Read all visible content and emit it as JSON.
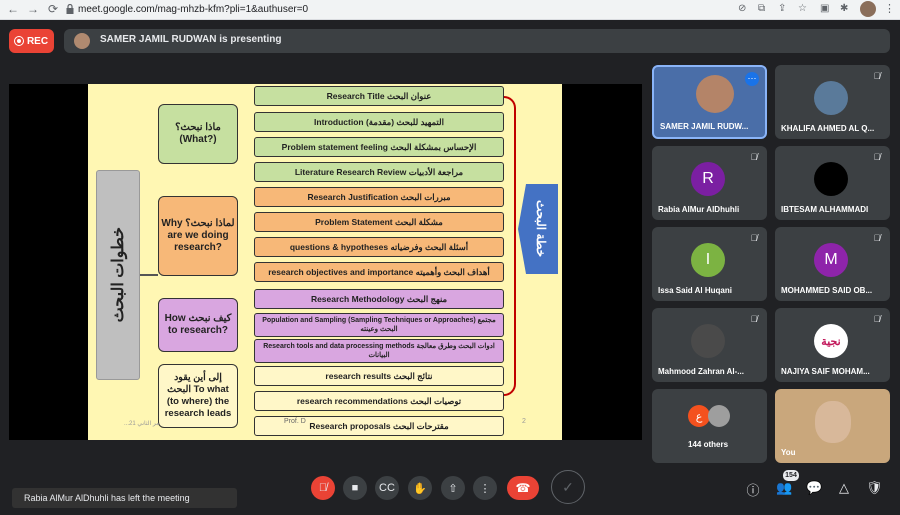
{
  "browser": {
    "url": "meet.google.com/mag-mhzb-kfm?pli=1&authuser=0"
  },
  "meeting": {
    "rec_label": "REC",
    "presenting_text": "SAMER JAMIL RUDWAN is presenting"
  },
  "slide": {
    "left_title": "خطوات البحث",
    "right_title": "خطة البحث",
    "questions": [
      {
        "text": "ماذا نبحث؟ (What?)"
      },
      {
        "text": "Why لماذا نبحث؟ are we doing research?"
      },
      {
        "text": "How كيف نبحث to research?"
      },
      {
        "text": "إلى أين يقود البحث To what (to where) the research leads"
      }
    ],
    "rows": [
      {
        "text": "Research Title عنوان البحث",
        "color": "green"
      },
      {
        "text": "Introduction (التمهيد للبحث (مقدمة",
        "color": "green"
      },
      {
        "text": "Problem statement feeling الإحساس بمشكلة البحث",
        "color": "green"
      },
      {
        "text": "Literature Research Review مراجعة الأدبيات",
        "color": "green"
      },
      {
        "text": "Research Justification مبررات البحث",
        "color": "orange"
      },
      {
        "text": "Problem Statement مشكلة البحث",
        "color": "orange"
      },
      {
        "text": "questions & hypotheses أسئلة البحث وفرضياته",
        "color": "orange"
      },
      {
        "text": "research objectives and importance أهداف البحث وأهميته",
        "color": "orange"
      },
      {
        "text": "Research Methodology منهج البحث",
        "color": "purple"
      },
      {
        "text": "Population and Sampling (Sampling Techniques or Approaches) مجتمع البحث وعينته",
        "color": "purple"
      },
      {
        "text": "Research tools and data processing methods ادوات البحث وطرق معالجة البيانات",
        "color": "purple"
      },
      {
        "text": "research results نتائج البحث",
        "color": "yellow"
      },
      {
        "text": "research recommendations توصيات البحث",
        "color": "yellow"
      },
      {
        "text": "Research proposals مقترحات البحث",
        "color": "yellow"
      }
    ],
    "footer_left": "...مر الثاني 21",
    "footer_mid": "Prof. D",
    "footer_right": "2"
  },
  "participants": [
    {
      "name": "SAMER JAMIL RUDW...",
      "type": "video",
      "speaking": true
    },
    {
      "name": "KHALIFA AHMED AL Q...",
      "type": "photo",
      "muted": true
    },
    {
      "name": "Rabia AlMur AlDhuhli",
      "type": "initial",
      "initial": "R",
      "color": "#7b1fa2",
      "muted": true
    },
    {
      "name": "IBTESAM ALHAMMADI",
      "type": "initial",
      "initial": "",
      "color": "#000000",
      "muted": true
    },
    {
      "name": "Issa Said Al Huqani",
      "type": "initial",
      "initial": "I",
      "color": "#7cb342",
      "muted": true
    },
    {
      "name": "MOHAMMED SAID OB...",
      "type": "initial",
      "initial": "M",
      "color": "#8e24aa",
      "muted": true
    },
    {
      "name": "Mahmood Zahran Al-...",
      "type": "photo",
      "muted": true
    },
    {
      "name": "NAJIYA SAIF MOHAM...",
      "type": "logo",
      "logo_text": "نجية",
      "muted": true
    },
    {
      "name": "144 others",
      "type": "others",
      "initial": "ع"
    },
    {
      "name": "You",
      "type": "video"
    }
  ],
  "controls": {
    "people_count": "154"
  },
  "toast": {
    "text": "Rabia AlMur AlDhuhli has left the meeting"
  }
}
